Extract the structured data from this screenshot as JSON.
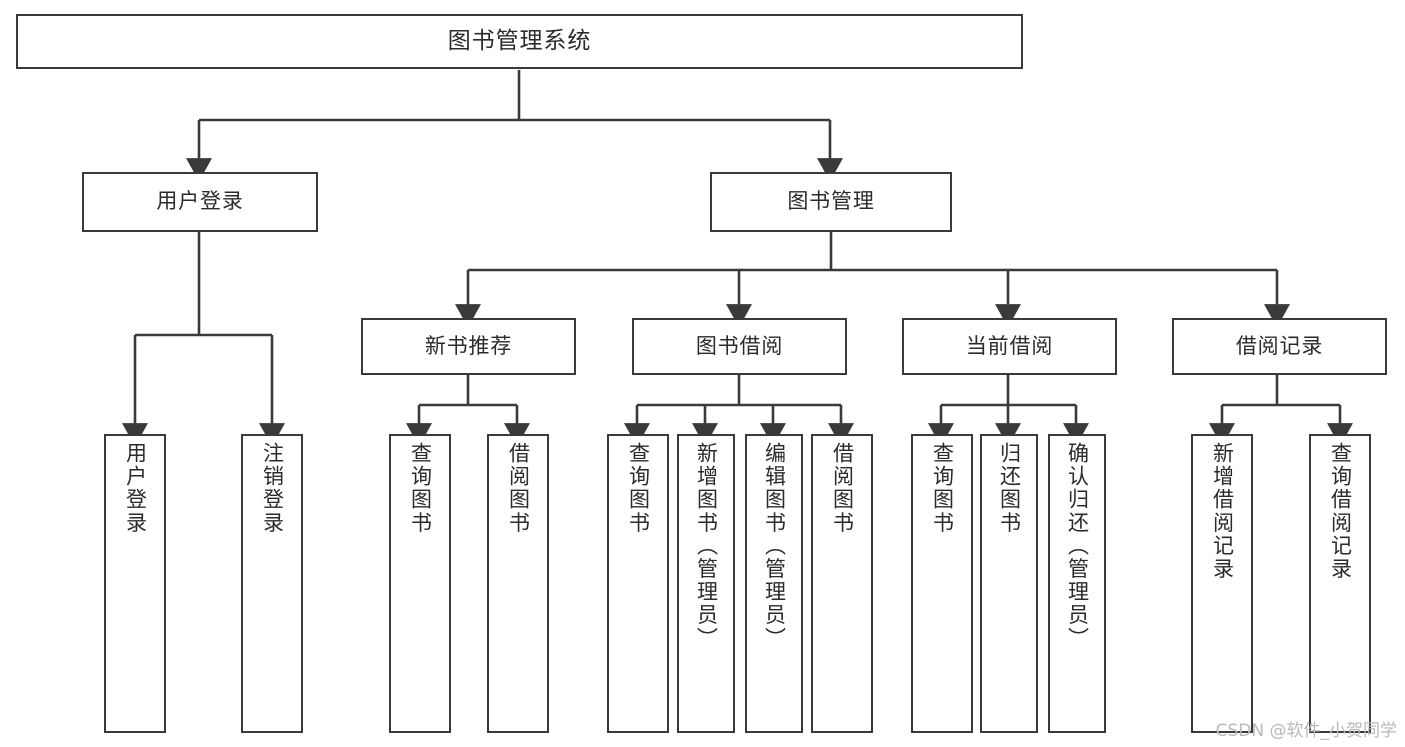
{
  "diagram": {
    "title": "图书管理系统",
    "watermark": "CSDN @软件_小贺同学",
    "colors": {
      "stroke": "#3a3a3a",
      "text": "#2b2b2b",
      "background": "#ffffff",
      "watermark": "#b9b9b9"
    },
    "nodes": {
      "root": "图书管理系统",
      "user_login": "用户登录",
      "book_manage": "图书管理",
      "new_book_rec": "新书推荐",
      "book_borrow": "图书借阅",
      "current_borrow": "当前借阅",
      "borrow_record": "借阅记录",
      "leaf_user_login": "用户登录",
      "leaf_logout": "注销登录",
      "leaf_query_book_1": "查询图书",
      "leaf_borrow_book_1": "借阅图书",
      "leaf_query_book_2": "查询图书",
      "leaf_add_book": "新增图书（管理员）",
      "leaf_edit_book": "编辑图书（管理员）",
      "leaf_borrow_book_2": "借阅图书",
      "leaf_query_book_3": "查询图书",
      "leaf_return_book": "归还图书",
      "leaf_confirm_return": "确认归还（管理员）",
      "leaf_add_record": "新增借阅记录",
      "leaf_query_record": "查询借阅记录"
    }
  }
}
